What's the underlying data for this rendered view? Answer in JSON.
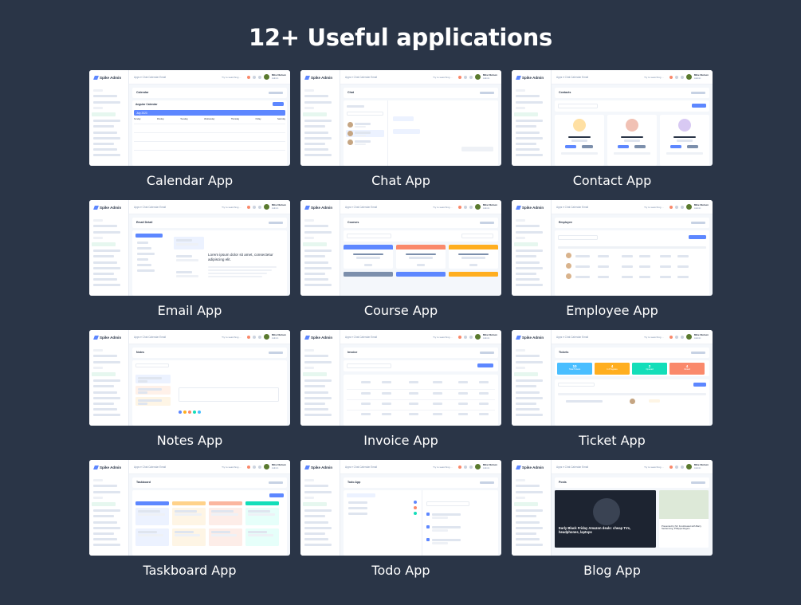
{
  "headline": "12+ Useful applications",
  "apps": [
    {
      "caption": "Calendar App",
      "page": "Calendar",
      "name": "calendar"
    },
    {
      "caption": "Chat App",
      "page": "Chat",
      "name": "chat"
    },
    {
      "caption": "Contact App",
      "page": "Contacts",
      "name": "contact"
    },
    {
      "caption": "Email App",
      "page": "Email Detail",
      "name": "email"
    },
    {
      "caption": "Course App",
      "page": "Courses",
      "name": "course"
    },
    {
      "caption": "Employee App",
      "page": "Employee",
      "name": "employee"
    },
    {
      "caption": "Notes App",
      "page": "Notes",
      "name": "notes"
    },
    {
      "caption": "Invoice App",
      "page": "Invoice",
      "name": "invoice"
    },
    {
      "caption": "Ticket App",
      "page": "Tickets",
      "name": "ticket"
    },
    {
      "caption": "Taskboard App",
      "page": "Taskboard",
      "name": "taskboard"
    },
    {
      "caption": "Todo App",
      "page": "Todo App",
      "name": "todo"
    },
    {
      "caption": "Blog App",
      "page": "Posts",
      "name": "blog"
    }
  ],
  "chrome": {
    "logo": "Spike Admin",
    "topnav": "Apps ▾   Chat   Calendar   Email",
    "search": "Try to searching ...",
    "user_name": "Mike Nielsen",
    "user_role": "Admin"
  },
  "calendar": {
    "sub": "Angular Calendar",
    "month": "July 2023",
    "days": [
      "Sunday",
      "Monday",
      "Tuesday",
      "Wednesday",
      "Thursday",
      "Friday",
      "Saturday"
    ]
  },
  "tickets": {
    "stats": [
      {
        "n": "10",
        "l": "Total Tickets"
      },
      {
        "n": "4",
        "l": "In Progress"
      },
      {
        "n": "2",
        "l": "Opened"
      },
      {
        "n": "4",
        "l": "Closed"
      }
    ]
  },
  "blog": {
    "featured": "Early Black Friday Amazon deals: cheap TVs, headphones, laptops",
    "side": "Presented by Mr. Fondimated with Barry Serdenning, Philippa Rogers"
  },
  "colors": {
    "background": "#2a3547",
    "primary": "#5d87ff",
    "success": "#13deb9",
    "warning": "#ffae1f",
    "danger": "#fa896b"
  }
}
